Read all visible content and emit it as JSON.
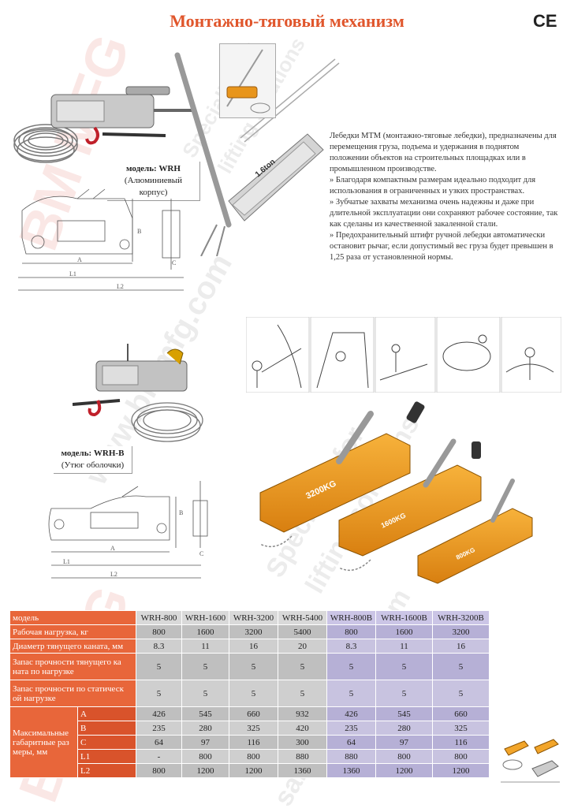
{
  "title": "Монтажно-тяговый механизм",
  "ce_mark": "CE",
  "captions": {
    "wrh_model": "модель: WRH",
    "wrh_body": "(Алюминиевый корпус)",
    "wrhb_model": "модель: WRH-B",
    "wrhb_body": "(Утюг оболочки)"
  },
  "product_label": "1.6ton",
  "dimension_labels": {
    "a": "A",
    "b": "B",
    "c": "C",
    "l1": "L1",
    "l2": "L2"
  },
  "hoist_labels": [
    "3200KG",
    "1600KG",
    "800KG"
  ],
  "description": [
    "Лебедки МТМ (монтажно-тяговые лебедки), предназначены для перемещения груза, подъема и удержания в поднятом положении объектов на строительных площадках или в промышленном производстве.",
    "» Благодаря компактным размерам идеально подходит для использования в ограниченных и узких пространствах.",
    "» Зубчатые захваты механизма очень надежны и даже при длительной эксплуатации они сохраняют рабочее состояние, так как сделаны из качественной закаленной стали.",
    "» Предохранительный штифт ручной лебедки автоматически остановит рычаг, если допустимый вес груза будет превышен в 1,25 раза от установленной нормы."
  ],
  "watermarks": {
    "specialist": "Specialist for",
    "lifting": "lifting solutions",
    "email": "sales@bmmfg.com",
    "site": "www.bmmfg.com",
    "brand": "BM MFG"
  },
  "table": {
    "model_label": "модель",
    "models": [
      "WRH-800",
      "WRH-1600",
      "WRH-3200",
      "WRH-5400",
      "WRH-800B",
      "WRH-1600B",
      "WRH-3200B"
    ],
    "rows": [
      {
        "label": "Рабочая нагрузка, кг",
        "values": [
          "800",
          "1600",
          "3200",
          "5400",
          "800",
          "1600",
          "3200"
        ]
      },
      {
        "label": "Диаметр тянущего каната, мм",
        "values": [
          "8.3",
          "11",
          "16",
          "20",
          "8.3",
          "11",
          "16"
        ]
      },
      {
        "label": "Запас прочности тянущего ка ната по нагрузке",
        "values": [
          "5",
          "5",
          "5",
          "5",
          "5",
          "5",
          "5"
        ]
      },
      {
        "label": "Запас прочности по статическ ой нагрузке",
        "values": [
          "5",
          "5",
          "5",
          "5",
          "5",
          "5",
          "5"
        ]
      }
    ],
    "dims_label": "Максимальные габаритные раз меры, мм",
    "dims": [
      {
        "label": "A",
        "values": [
          "426",
          "545",
          "660",
          "932",
          "426",
          "545",
          "660"
        ]
      },
      {
        "label": "B",
        "values": [
          "235",
          "280",
          "325",
          "420",
          "235",
          "280",
          "325"
        ]
      },
      {
        "label": "C",
        "values": [
          "64",
          "97",
          "116",
          "300",
          "64",
          "97",
          "116"
        ]
      },
      {
        "label": "L1",
        "values": [
          "-",
          "800",
          "800",
          "880",
          "880",
          "800",
          "800"
        ]
      },
      {
        "label": "L2",
        "values": [
          "800",
          "1200",
          "1200",
          "1360",
          "1360",
          "1200",
          "1200"
        ]
      }
    ]
  }
}
